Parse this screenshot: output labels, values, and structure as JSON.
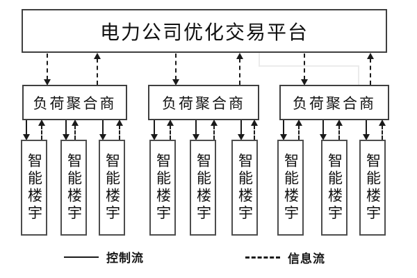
{
  "diagram": {
    "platform": {
      "label": "电力公司优化交易平台"
    },
    "aggregators": [
      {
        "label": "负荷聚合商"
      },
      {
        "label": "负荷聚合商"
      },
      {
        "label": "负荷聚合商"
      }
    ],
    "buildings": [
      {
        "label": "智能楼宇"
      },
      {
        "label": "智能楼宇"
      },
      {
        "label": "智能楼宇"
      },
      {
        "label": "智能楼宇"
      },
      {
        "label": "智能楼宇"
      },
      {
        "label": "智能楼宇"
      },
      {
        "label": "智能楼宇"
      },
      {
        "label": "智能楼宇"
      },
      {
        "label": "智能楼宇"
      }
    ],
    "legend": {
      "control_label": "控制流",
      "info_label": "信息流"
    },
    "edges": {
      "platform_to_aggregator_style": "dashed-both-directions",
      "aggregator_to_building_style": "solid-down-dashed-up"
    }
  },
  "colors": {
    "line": "#1a1a1a",
    "box_border": "#3f3f3f",
    "building_border": "#4d4d4d",
    "background": "#ffffff",
    "faint_connector": "#ebebeb"
  }
}
